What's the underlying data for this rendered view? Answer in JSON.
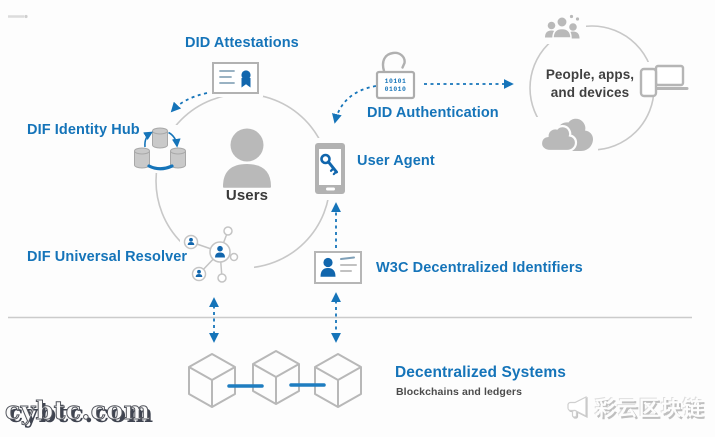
{
  "colors": {
    "label_blue": "#1574B9",
    "icon_blue": "#1166AD",
    "connector_blue": "#1E7DC0",
    "icon_gray": "#B9B9B9",
    "line_gray": "#C6C6C6",
    "dark_text": "#3A3A3A"
  },
  "nodes": {
    "attestations": {
      "label": "DID Attestations",
      "icon": "certificate-badge-icon"
    },
    "identity_hub": {
      "label": "DIF Identity Hub",
      "icon": "database-cluster-sync-icon"
    },
    "users": {
      "label": "Users",
      "icon": "user-silhouette-icon"
    },
    "universal_resolver": {
      "label": "DIF Universal Resolver",
      "icon": "network-nodes-icon"
    },
    "user_agent": {
      "label": "User Agent",
      "icon": "phone-key-icon"
    },
    "did_authentication": {
      "label": "DID Authentication",
      "icon": "padlock-binary-icon",
      "binary_top": "10101",
      "binary_bottom": "01010"
    },
    "w3c_identifiers": {
      "label": "W3C Decentralized Identifiers",
      "icon": "id-card-icon"
    },
    "people_apps_devices": {
      "label_line1": "People, apps,",
      "label_line2": "and devices",
      "icons": [
        "people-group-icon",
        "phone-laptop-icon",
        "cloud-icon"
      ]
    },
    "decentralized_systems": {
      "label": "Decentralized Systems",
      "sublabel": "Blockchains and ledgers",
      "icon": "blockchain-cubes-icon"
    }
  },
  "watermarks": {
    "bottom_left": "cybtc.com",
    "bottom_right": "彩云区块链",
    "bottom_right_icon": "megaphone-icon"
  }
}
